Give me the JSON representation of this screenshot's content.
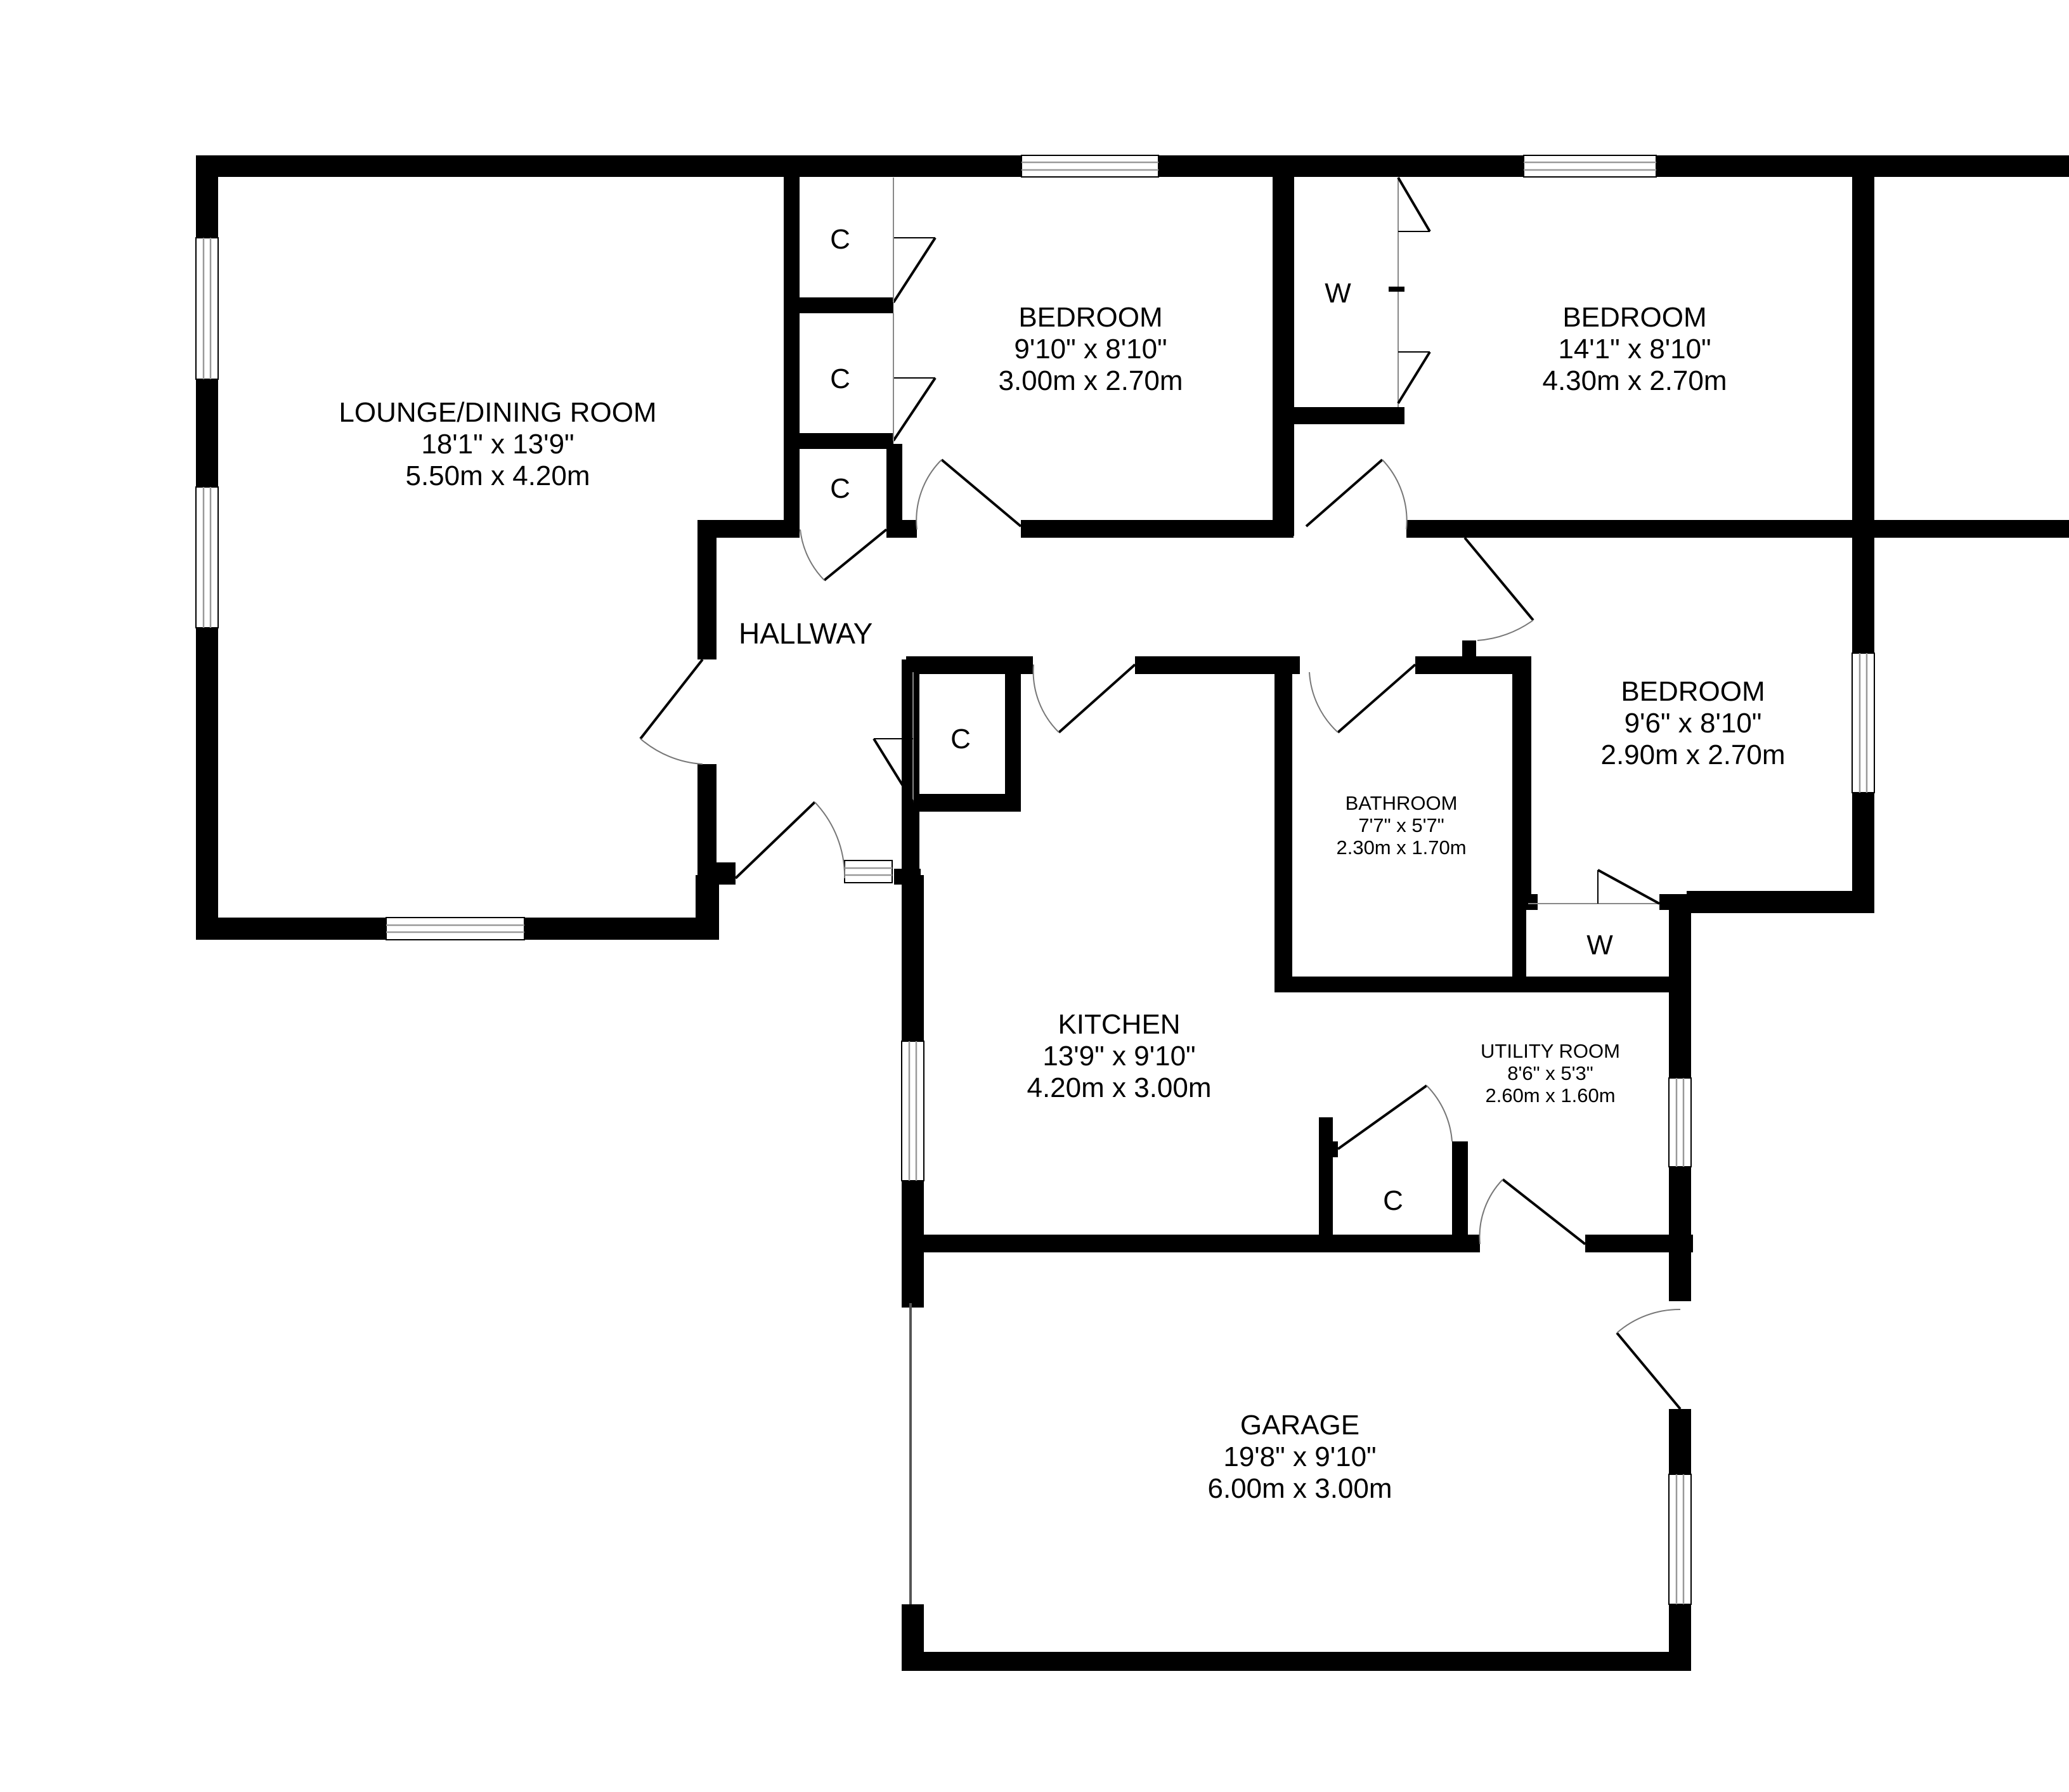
{
  "colors": {
    "wall": "#000000",
    "background": "#ffffff",
    "window": "#ffffff"
  },
  "rooms": [
    {
      "id": "lounge",
      "name": "LOUNGE/DINING ROOM",
      "imperial": "18'1\"  x 13'9\"",
      "metric": "5.50m  x 4.20m"
    },
    {
      "id": "bedroom1",
      "name": "BEDROOM",
      "imperial": "9'10\"  x 8'10\"",
      "metric": "3.00m  x 2.70m"
    },
    {
      "id": "bedroom2",
      "name": "BEDROOM",
      "imperial": "14'1\"  x 8'10\"",
      "metric": "4.30m  x 2.70m"
    },
    {
      "id": "bedroom3",
      "name": "BEDROOM",
      "imperial": "9'6\"  x 8'10\"",
      "metric": "2.90m  x 2.70m"
    },
    {
      "id": "bathroom",
      "name": "BATHROOM",
      "imperial": "7'7\"  x 5'7\"",
      "metric": "2.30m  x 1.70m"
    },
    {
      "id": "kitchen",
      "name": "KITCHEN",
      "imperial": "13'9\"  x 9'10\"",
      "metric": "4.20m  x 3.00m"
    },
    {
      "id": "utility",
      "name": "UTILITY ROOM",
      "imperial": "8'6\"  x 5'3\"",
      "metric": "2.60m  x 1.60m"
    },
    {
      "id": "garage",
      "name": "GARAGE",
      "imperial": "19'8\"  x 9'10\"",
      "metric": "6.00m  x 3.00m"
    }
  ],
  "hallway": "HALLWAY",
  "tags": {
    "cupboard": "C",
    "wardrobe": "W"
  }
}
